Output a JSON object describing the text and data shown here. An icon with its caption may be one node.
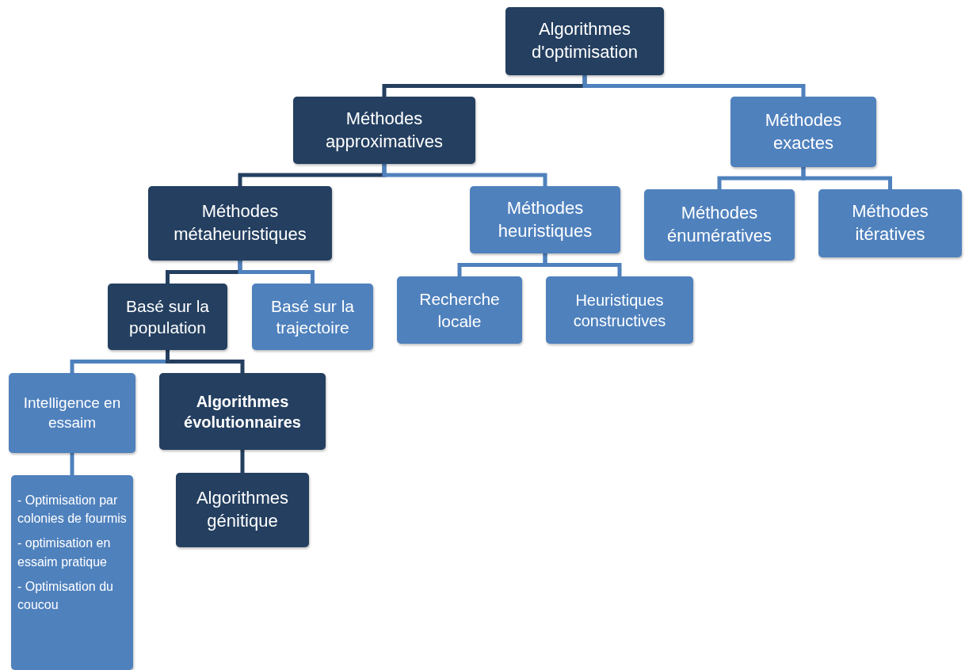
{
  "diagram": {
    "nodes": [
      {
        "text": [
          "Algorithmes d'optimisation"
        ]
      },
      {
        "text": [
          "Méthodes approximatives"
        ]
      },
      {
        "text": [
          "Méthodes exactes"
        ]
      },
      {
        "text": [
          "Méthodes métaheuristiques"
        ]
      },
      {
        "text": [
          "Méthodes heuristiques"
        ]
      },
      {
        "text": [
          "Méthodes énumératives"
        ]
      },
      {
        "text": [
          "Méthodes itératives"
        ]
      },
      {
        "text": [
          "Basé sur la population"
        ]
      },
      {
        "text": [
          "Basé sur la trajectoire"
        ]
      },
      {
        "text": [
          "Recherche locale"
        ]
      },
      {
        "text": [
          "Heuristiques constructives"
        ]
      },
      {
        "text": [
          "Intelligence en essaim"
        ]
      },
      {
        "text": [
          "Algorithmes évolutionnaires"
        ]
      },
      {
        "text": [
          "Algorithmes génitique"
        ]
      },
      {
        "text": [
          "- Optimisation par colonies de fourmis",
          "- optimisation en essaim pratique",
          "- Optimisation du coucou"
        ]
      }
    ],
    "edges": [
      {
        "from": 0,
        "to": 1,
        "arrow": "none",
        "color": "#243f60"
      },
      {
        "from": 0,
        "to": 2,
        "arrow": "none"
      },
      {
        "from": 1,
        "to": 3,
        "arrow": "none",
        "color": "#243f60"
      },
      {
        "from": 1,
        "to": 4,
        "arrow": "none"
      },
      {
        "from": 2,
        "to": 5,
        "arrow": "none"
      },
      {
        "from": 2,
        "to": 6,
        "arrow": "none"
      },
      {
        "from": 3,
        "to": 7,
        "arrow": "none",
        "color": "#243f60"
      },
      {
        "from": 3,
        "to": 8,
        "arrow": "none"
      },
      {
        "from": 4,
        "to": 9,
        "arrow": "none"
      },
      {
        "from": 4,
        "to": 10,
        "arrow": "none"
      },
      {
        "from": 7,
        "to": 11,
        "arrow": "none"
      },
      {
        "from": 7,
        "to": 12,
        "arrow": "none",
        "color": "#243f60"
      },
      {
        "from": 12,
        "to": 13,
        "arrow": "none",
        "color": "#243f60"
      },
      {
        "from": 11,
        "to": 14,
        "arrow": "none"
      }
    ]
  }
}
